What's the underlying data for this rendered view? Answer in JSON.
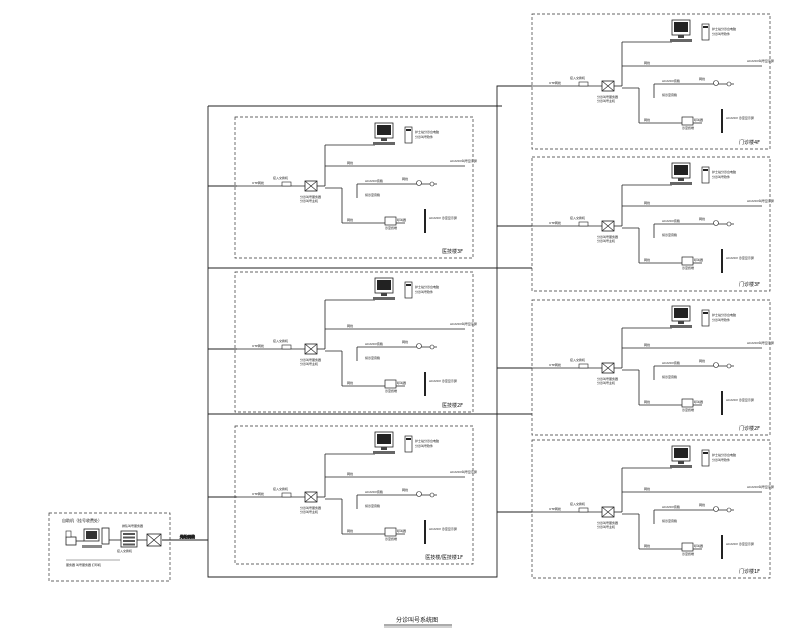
{
  "diagram": {
    "title": "分诊叫号系统图",
    "center": {
      "name": "自助机（挂号收费处）",
      "label_a": "排队叫号服务器",
      "label_b": "接入交换机",
      "bottom_caption": "服务器 叫号服务器 打印机"
    },
    "trunk_label": "光纤/网线",
    "floors_left": [
      {
        "name": "医技楼3F"
      },
      {
        "name": "医技楼2F"
      },
      {
        "name": "医技楼/医技楼1F"
      }
    ],
    "floors_right": [
      {
        "name": "门诊楼4F"
      },
      {
        "name": "门诊楼3F"
      },
      {
        "name": "门诊楼2F"
      },
      {
        "name": "门诊楼1F"
      }
    ],
    "unit": {
      "switch_label": "接入交换机",
      "switch_sub_a": "分诊叫号服务器",
      "switch_sub_b": "分诊叫号主机",
      "uplink_label": "UTP网线",
      "pc_label_a": "护士站分诊台电脑",
      "pc_label_b": "分诊叫号软件",
      "branch_label": "网线",
      "screen_label": "AC220V叫号显示屏",
      "speaker_a_label": "AC220V音箱",
      "speaker_b_label": "候诊室音箱",
      "terminal_label": "AC220V 诊室显示屏",
      "terminal_sub": "呼叫器",
      "terminal_caption": "诊室终端"
    }
  }
}
